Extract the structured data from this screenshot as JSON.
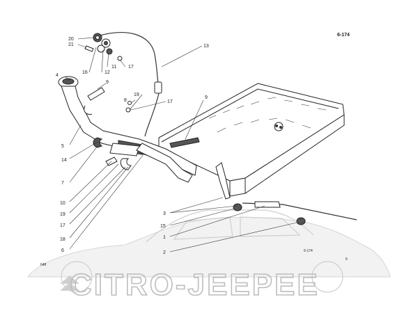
{
  "figure": {
    "ref_top": "6-174",
    "ref_bottom": "6-174",
    "ref_small": "6",
    "ref_left": "648",
    "watermark": "CITRO-JEEPEE"
  },
  "callouts": {
    "c20": "20",
    "c21": "21",
    "c16": "16",
    "c12": "12",
    "c11": "11",
    "c17a": "17",
    "c13": "13",
    "c4": "4",
    "c9a": "9",
    "c8": "8",
    "c19a": "19",
    "c17b": "17",
    "c9b": "9",
    "c5": "5",
    "c14": "14",
    "c7": "7",
    "c10": "10",
    "c19b": "19",
    "c17c": "17",
    "c18": "18",
    "c6": "6",
    "c3": "3",
    "c15": "15",
    "c1": "1",
    "c2": "2"
  }
}
